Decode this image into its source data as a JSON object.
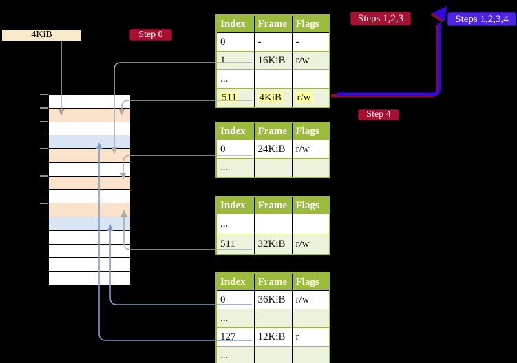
{
  "colors": {
    "background": "#000000",
    "table_header_green": "#9CBA3C",
    "table_row_green": "#EDF2DD",
    "table_row_white": "#FFFFFF",
    "memory_frame_peach": "#FBE3CB",
    "memory_frame_blue": "#D9E5F4",
    "frame_label_cream": "#F8E9C8",
    "badge_red": "#A90F30",
    "badge_blue": "#4D23EB",
    "loop_arrow_blue": "#3208DC",
    "loop_arrow_red": "#8C1025",
    "connector_gray": "#ABABAB",
    "connector_blue": "#7B9CCA",
    "highlight_yellow": "#FFFF9C"
  },
  "labels": {
    "frame_size_label": "4KiB",
    "step0_badge": "Step 0",
    "steps123_badge": "Steps 1,2,3",
    "steps1234_badge": "Steps 1,2,3,4",
    "step4_badge": "Step 4"
  },
  "memory_stack": {
    "cells": [
      "white",
      "peach",
      "white",
      "blue",
      "peach",
      "white",
      "peach",
      "white",
      "peach",
      "blue",
      "white",
      "white",
      "white",
      "white"
    ]
  },
  "page_tables": [
    {
      "columns": [
        "Index",
        "Frame",
        "Flags"
      ],
      "rows": [
        {
          "index": "0",
          "frame": "-",
          "flags": "-",
          "shaded": false,
          "highlighted": false
        },
        {
          "index": "1",
          "frame": "16KiB",
          "flags": "r/w",
          "shaded": true,
          "highlighted": false
        },
        {
          "index": "...",
          "frame": "",
          "flags": "",
          "shaded": false,
          "highlighted": false
        },
        {
          "index": "511",
          "frame": "4KiB",
          "flags": "r/w",
          "shaded": true,
          "highlighted": true
        }
      ]
    },
    {
      "columns": [
        "Index",
        "Frame",
        "Flags"
      ],
      "rows": [
        {
          "index": "0",
          "frame": "24KiB",
          "flags": "r/w",
          "shaded": false,
          "highlighted": false
        },
        {
          "index": "...",
          "frame": "",
          "flags": "",
          "shaded": true,
          "highlighted": false
        }
      ]
    },
    {
      "columns": [
        "Index",
        "Frame",
        "Flags"
      ],
      "rows": [
        {
          "index": "...",
          "frame": "",
          "flags": "",
          "shaded": false,
          "highlighted": false
        },
        {
          "index": "511",
          "frame": "32KiB",
          "flags": "r/w",
          "shaded": true,
          "highlighted": false
        }
      ]
    },
    {
      "columns": [
        "Index",
        "Frame",
        "Flags"
      ],
      "rows": [
        {
          "index": "0",
          "frame": "36KiB",
          "flags": "r/w",
          "shaded": false,
          "highlighted": false
        },
        {
          "index": "...",
          "frame": "",
          "flags": "",
          "shaded": true,
          "highlighted": false
        },
        {
          "index": "127",
          "frame": "12KiB",
          "flags": "r",
          "shaded": false,
          "highlighted": false
        },
        {
          "index": "...",
          "frame": "",
          "flags": "",
          "shaded": true,
          "highlighted": false
        }
      ]
    }
  ]
}
